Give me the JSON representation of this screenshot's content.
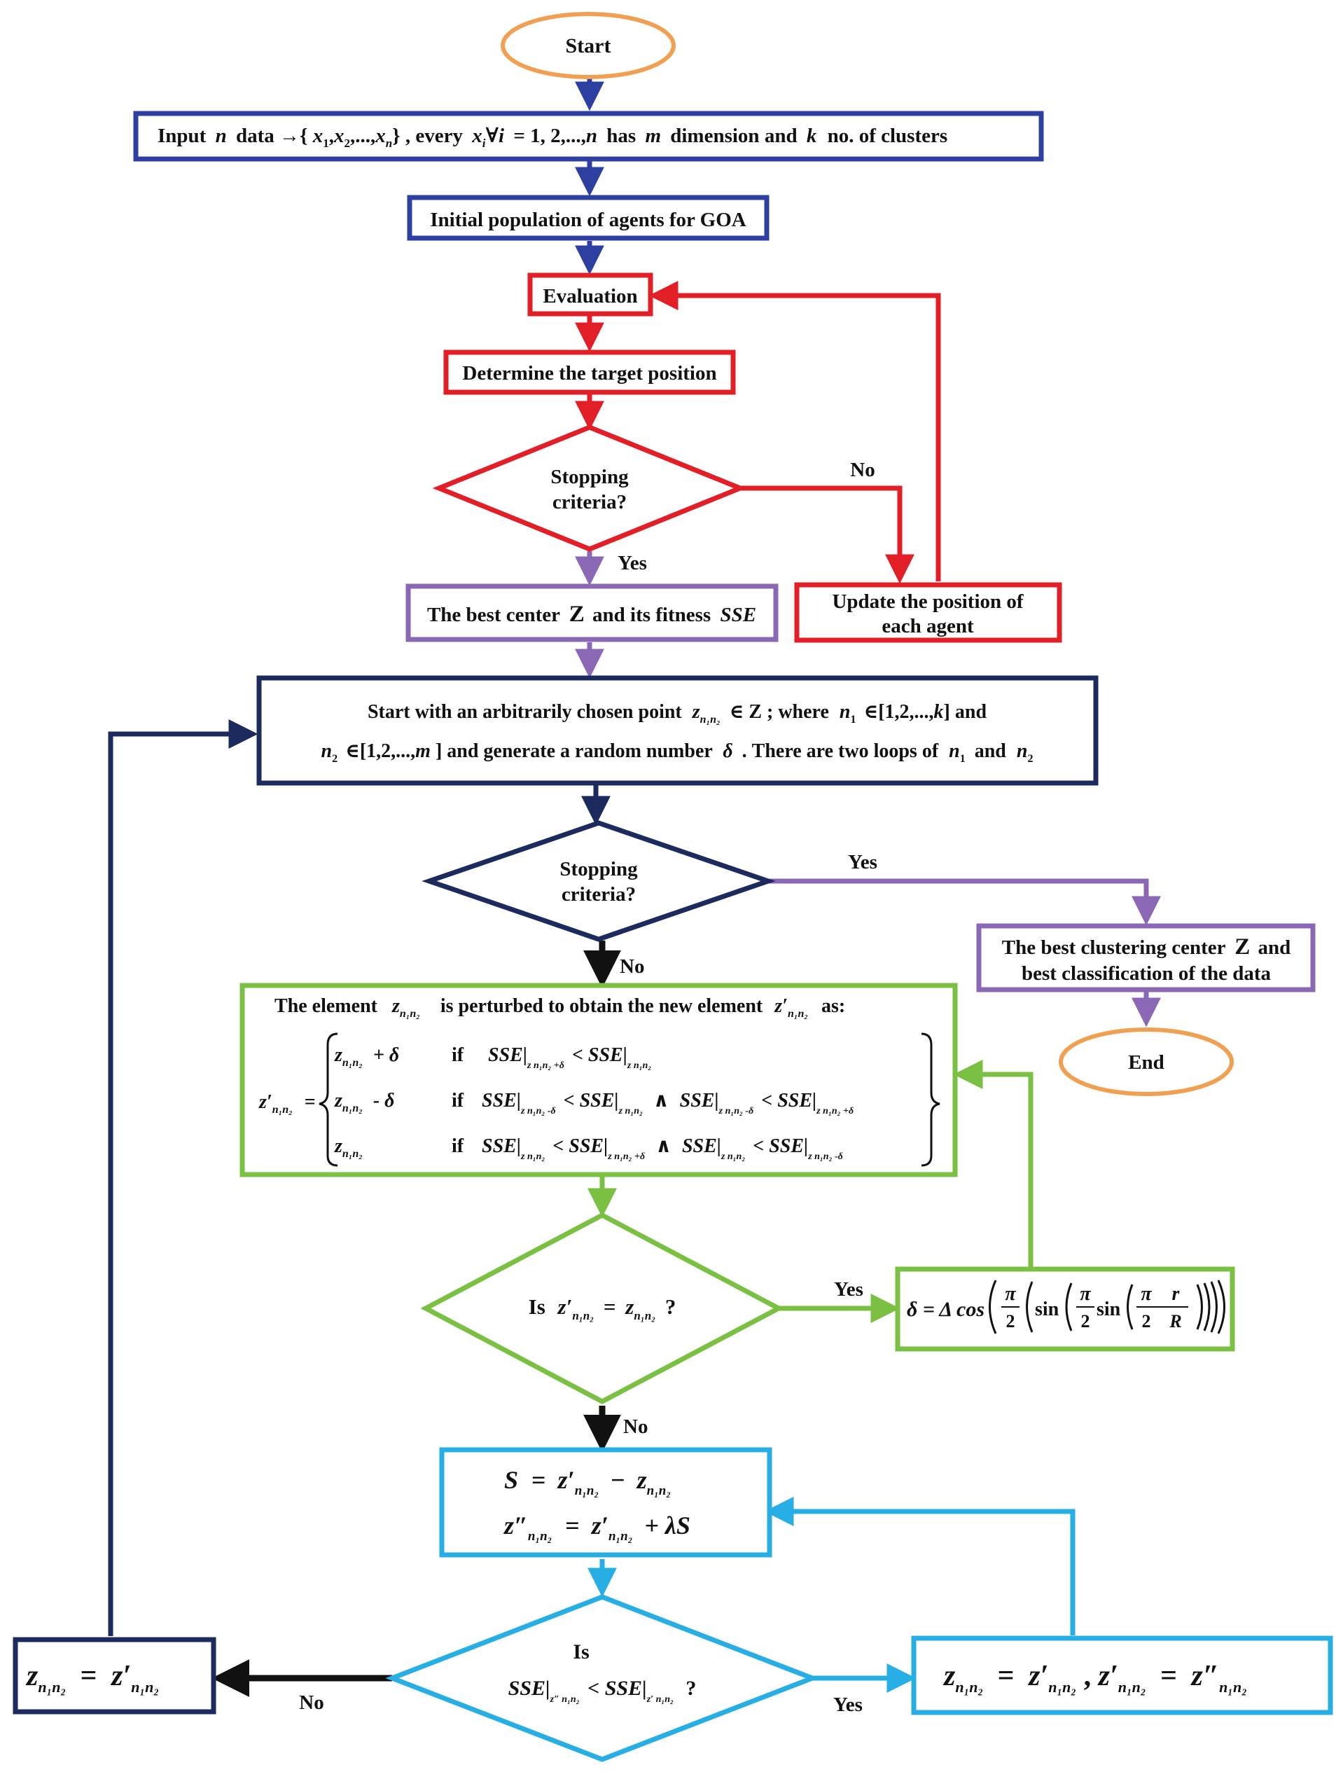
{
  "colors": {
    "orange": "#f0a050",
    "blue": "#2e3fa2",
    "red": "#e21f26",
    "purple": "#8a68b6",
    "navy": "#1c2a5e",
    "green": "#7ac143",
    "cyan": "#27aee5",
    "black": "#111111"
  },
  "nodes": {
    "start": "Start",
    "input": {
      "p1": "Input",
      "n": "n",
      "p2": "data →{",
      "x": "x",
      "s1": "1",
      "c1": ",",
      "s2": "2",
      "c2": ",...,",
      "sn": "n",
      "p3": "} , every",
      "xi": "x",
      "si": "i",
      "p4": "∀",
      "i": "i",
      "p5": "= 1, 2,...,",
      "n2": "n",
      "p6": "has",
      "m": "m",
      "p7": "dimension and",
      "k": "k",
      "p8": "no. of clusters"
    },
    "init_pop": "Initial population of agents for GOA",
    "evaluation": "Evaluation",
    "target": "Determine the target position",
    "stop1_line1": "Stopping",
    "stop1_line2": "criteria?",
    "update_line1": "Update the position of",
    "update_line2": "each agent",
    "best_center": {
      "p1": "The best center",
      "z": "Z",
      "p2": "and its fitness",
      "sse": "SSE"
    },
    "start_with": {
      "l1_p1": "Start with an arbitrarily chosen point",
      "l1_z": "z",
      "l1_sub": "n₁n₂",
      "l1_p2": "∈ Z ; where",
      "l1_n1": "n",
      "l1_n1s": "1",
      "l1_p3": "∈[1,2,...,",
      "l1_k": "k",
      "l1_p4": "] and",
      "l2_n2": "n",
      "l2_n2s": "2",
      "l2_p1": "∈[1,2,...,",
      "l2_m": "m",
      "l2_p2": "] and generate a random number",
      "l2_delta": "δ",
      "l2_p3": ". There are two loops of",
      "l2_a": "n",
      "l2_as": "1",
      "l2_p4": "and",
      "l2_b": "n",
      "l2_bs": "2"
    },
    "stop2_line1": "Stopping",
    "stop2_line2": "criteria?",
    "best_clustering_line1_p1": "The best clustering center",
    "best_clustering_line1_z": "Z",
    "best_clustering_line1_p2": "and",
    "best_clustering_line2": "best classification of the data",
    "end": "End",
    "perturb": {
      "header_p1": "The element",
      "header_z": "z",
      "header_sub": "n₁n₂",
      "header_p2": "is perturbed to obtain the new element",
      "header_z2": "z′",
      "header_sub2": "n₁n₂",
      "header_p3": "as:",
      "lhs": "z′",
      "lhs_sub": "n₁n₂",
      "eq": "=",
      "r1_val": "z",
      "r1_sub": "n₁n₂",
      "r1_op": "+ δ",
      "r1_if": "if",
      "r1_cond": "SSE|",
      "r1_cs1": "z n₁n₂ +δ",
      "r1_lt": "< SSE|",
      "r1_cs2": "z n₁n₂",
      "r2_val": "z",
      "r2_sub": "n₁n₂",
      "r2_op": "- δ",
      "r2_if": "if",
      "r2_c1": "SSE|",
      "r2_c1s": "z n₁n₂ -δ",
      "r2_c2": "< SSE|",
      "r2_c2s": "z n₁n₂",
      "r2_and": "∧",
      "r2_c3": "SSE|",
      "r2_c3s": "z n₁n₂ -δ",
      "r2_c4": "< SSE|",
      "r2_c4s": "z n₁n₂ +δ",
      "r3_val": "z",
      "r3_sub": "n₁n₂",
      "r3_if": "if",
      "r3_c1": "SSE|",
      "r3_c1s": "z n₁n₂",
      "r3_c2": "< SSE|",
      "r3_c2s": "z n₁n₂ +δ",
      "r3_and": "∧",
      "r3_c3": "SSE|",
      "r3_c3s": "z n₁n₂",
      "r3_c4": "< SSE|",
      "r3_c4s": "z n₁n₂ -δ"
    },
    "is_equal": {
      "p1": "Is",
      "z1": "z′",
      "s1": "n₁n₂",
      "eq": "=",
      "z2": "z",
      "s2": "n₁n₂",
      "q": "?"
    },
    "delta_formula": {
      "lhs": "δ = Δ cos",
      "pi1": "π",
      "two1": "2",
      "sin1": "sin",
      "pi2": "π",
      "two2": "2",
      "sin2": "sin",
      "pi3": "π",
      "two3": "2",
      "r": "r",
      "R": "R"
    },
    "s_calc": {
      "l1_S": "S",
      "l1_eq": "=",
      "l1_z1": "z′",
      "l1_s1": "n₁n₂",
      "l1_minus": "−",
      "l1_z2": "z",
      "l1_s2": "n₁n₂",
      "l2_z1": "z″",
      "l2_s1": "n₁n₂",
      "l2_eq": "=",
      "l2_z2": "z′",
      "l2_s2": "n₁n₂",
      "l2_plus": "+ λS"
    },
    "is_sse": {
      "l1": "Is",
      "sse1": "SSE|",
      "sub1": "z″ n₁n₂",
      "lt": "< SSE|",
      "sub2": "z′ n₁n₂",
      "q": "?"
    },
    "left_assign": {
      "z1": "z",
      "s1": "n₁n₂",
      "eq": "=",
      "z2": "z′",
      "s2": "n₁n₂"
    },
    "right_assign": {
      "z1": "z",
      "s1": "n₁n₂",
      "eq1": "=",
      "z2": "z′",
      "s2": "n₁n₂",
      "comma": ",",
      "z3": "z′",
      "s3": "n₁n₂",
      "eq2": "=",
      "z4": "z″",
      "s4": "n₁n₂"
    }
  },
  "edge_labels": {
    "no1": "No",
    "yes1": "Yes",
    "yes2": "Yes",
    "no2": "No",
    "yes3": "Yes",
    "no3": "No",
    "no4": "No",
    "yes4": "Yes"
  }
}
